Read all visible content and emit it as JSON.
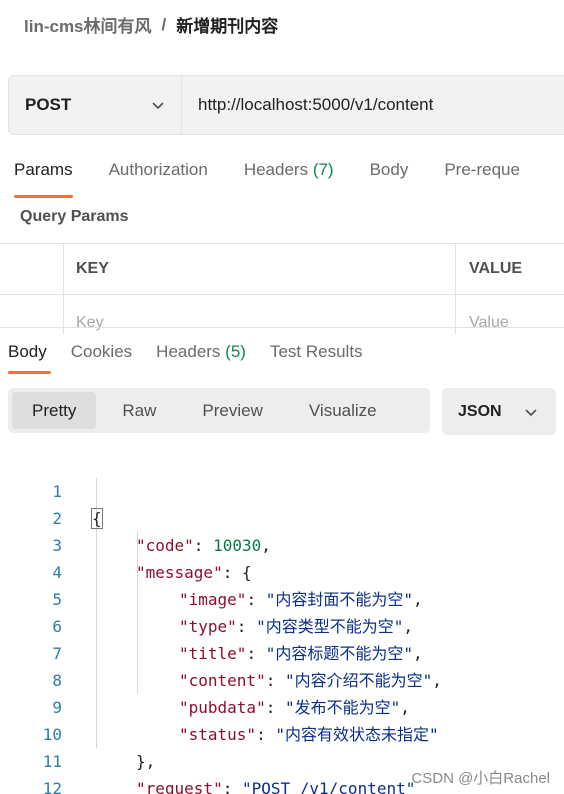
{
  "breadcrumb": {
    "parent": "lin-cms林间有风",
    "separator": "/",
    "current": "新增期刊内容"
  },
  "request": {
    "method": "POST",
    "url": "http://localhost:5000/v1/content"
  },
  "request_tabs": [
    {
      "label": "Params",
      "count": ""
    },
    {
      "label": "Authorization",
      "count": ""
    },
    {
      "label": "Headers",
      "count": "(7)"
    },
    {
      "label": "Body",
      "count": ""
    },
    {
      "label": "Pre-reque",
      "count": ""
    }
  ],
  "query_params": {
    "title": "Query Params",
    "columns": [
      "KEY",
      "VALUE"
    ],
    "placeholders": [
      "Key",
      "Value"
    ]
  },
  "response_tabs": [
    {
      "label": "Body",
      "count": ""
    },
    {
      "label": "Cookies",
      "count": ""
    },
    {
      "label": "Headers",
      "count": "(5)"
    },
    {
      "label": "Test Results",
      "count": ""
    }
  ],
  "view_modes": [
    "Pretty",
    "Raw",
    "Preview",
    "Visualize"
  ],
  "format": "JSON",
  "response": {
    "code_key": "\"code\"",
    "code_value": "10030",
    "message_key": "\"message\"",
    "message_fields": [
      {
        "key": "\"image\"",
        "value": "\"内容封面不能为空\""
      },
      {
        "key": "\"type\"",
        "value": "\"内容类型不能为空\""
      },
      {
        "key": "\"title\"",
        "value": "\"内容标题不能为空\""
      },
      {
        "key": "\"content\"",
        "value": "\"内容介绍不能为空\""
      },
      {
        "key": "\"pubdata\"",
        "value": "\"发布不能为空\""
      },
      {
        "key": "\"status\"",
        "value": "\"内容有效状态未指定\""
      }
    ],
    "request_key": "\"request\"",
    "request_value_prefix": "\"POST ",
    "request_value_link": "/v1/content",
    "request_value_suffix": "\""
  },
  "line_numbers": [
    "1",
    "2",
    "3",
    "4",
    "5",
    "6",
    "7",
    "8",
    "9",
    "10",
    "11",
    "12"
  ],
  "watermark": "CSDN @小白Rachel",
  "colors": {
    "accent": "#ff6c37",
    "count_green": "#0f8a47",
    "json_key": "#8e0f2c",
    "json_string": "#0b2f8a",
    "json_number": "#0a7a4a",
    "line_number": "#2b7ea5"
  }
}
